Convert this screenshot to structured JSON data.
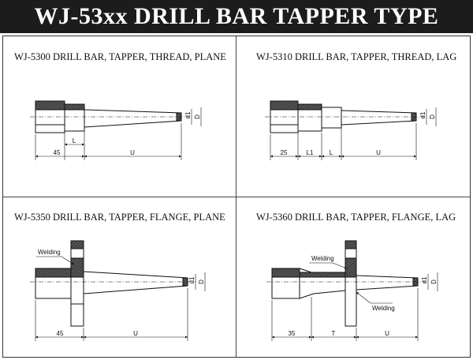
{
  "title": "WJ-53xx DRILL BAR TAPPER TYPE",
  "panels": [
    {
      "name": "WJ-5300 DRILL BAR,  TAPPER, THREAD, PLANE",
      "dims": [
        "45",
        "L",
        "U"
      ],
      "side_labels": [
        "d1",
        "D"
      ]
    },
    {
      "name": "WJ-5310 DRILL BAR,  TAPPER, THREAD, LAG",
      "dims": [
        "25",
        "L1",
        "L",
        "U"
      ],
      "side_labels": [
        "d1",
        "D"
      ]
    },
    {
      "name": "WJ-5350 DRILL BAR, TAPPER, FLANGE, PLANE",
      "dims": [
        "45",
        "U"
      ],
      "side_labels": [
        "d1",
        "D"
      ],
      "callouts": [
        "Welding"
      ]
    },
    {
      "name": "WJ-5360 DRILL BAR, TAPPER, FLANGE, LAG",
      "dims": [
        "35",
        "T",
        "U"
      ],
      "side_labels": [
        "d1",
        "D"
      ],
      "callouts": [
        "Welding",
        "Welding"
      ]
    }
  ]
}
